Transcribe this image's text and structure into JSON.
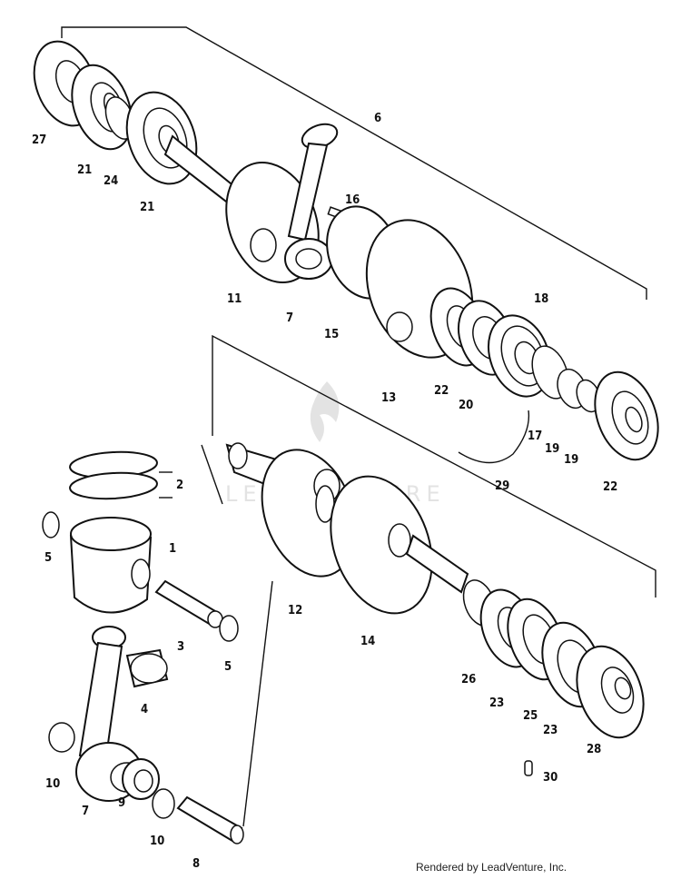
{
  "labels": {
    "p1": "1",
    "p2": "2",
    "p3": "3",
    "p4": "4",
    "p5a": "5",
    "p5b": "5",
    "p6": "6",
    "p7a": "7",
    "p7b": "7",
    "p8": "8",
    "p9": "9",
    "p10a": "10",
    "p10b": "10",
    "p11": "11",
    "p12": "12",
    "p13": "13",
    "p14": "14",
    "p15": "15",
    "p16": "16",
    "p17": "17",
    "p18": "18",
    "p19a": "19",
    "p19b": "19",
    "p20": "20",
    "p21a": "21",
    "p21b": "21",
    "p22a": "22",
    "p22b": "22",
    "p23a": "23",
    "p23b": "23",
    "p24": "24",
    "p25": "25",
    "p26": "26",
    "p27": "27",
    "p28": "28",
    "p29": "29",
    "p30": "30"
  },
  "watermark": "LEADVENTURE",
  "credit": "Rendered by LeadVenture, Inc."
}
